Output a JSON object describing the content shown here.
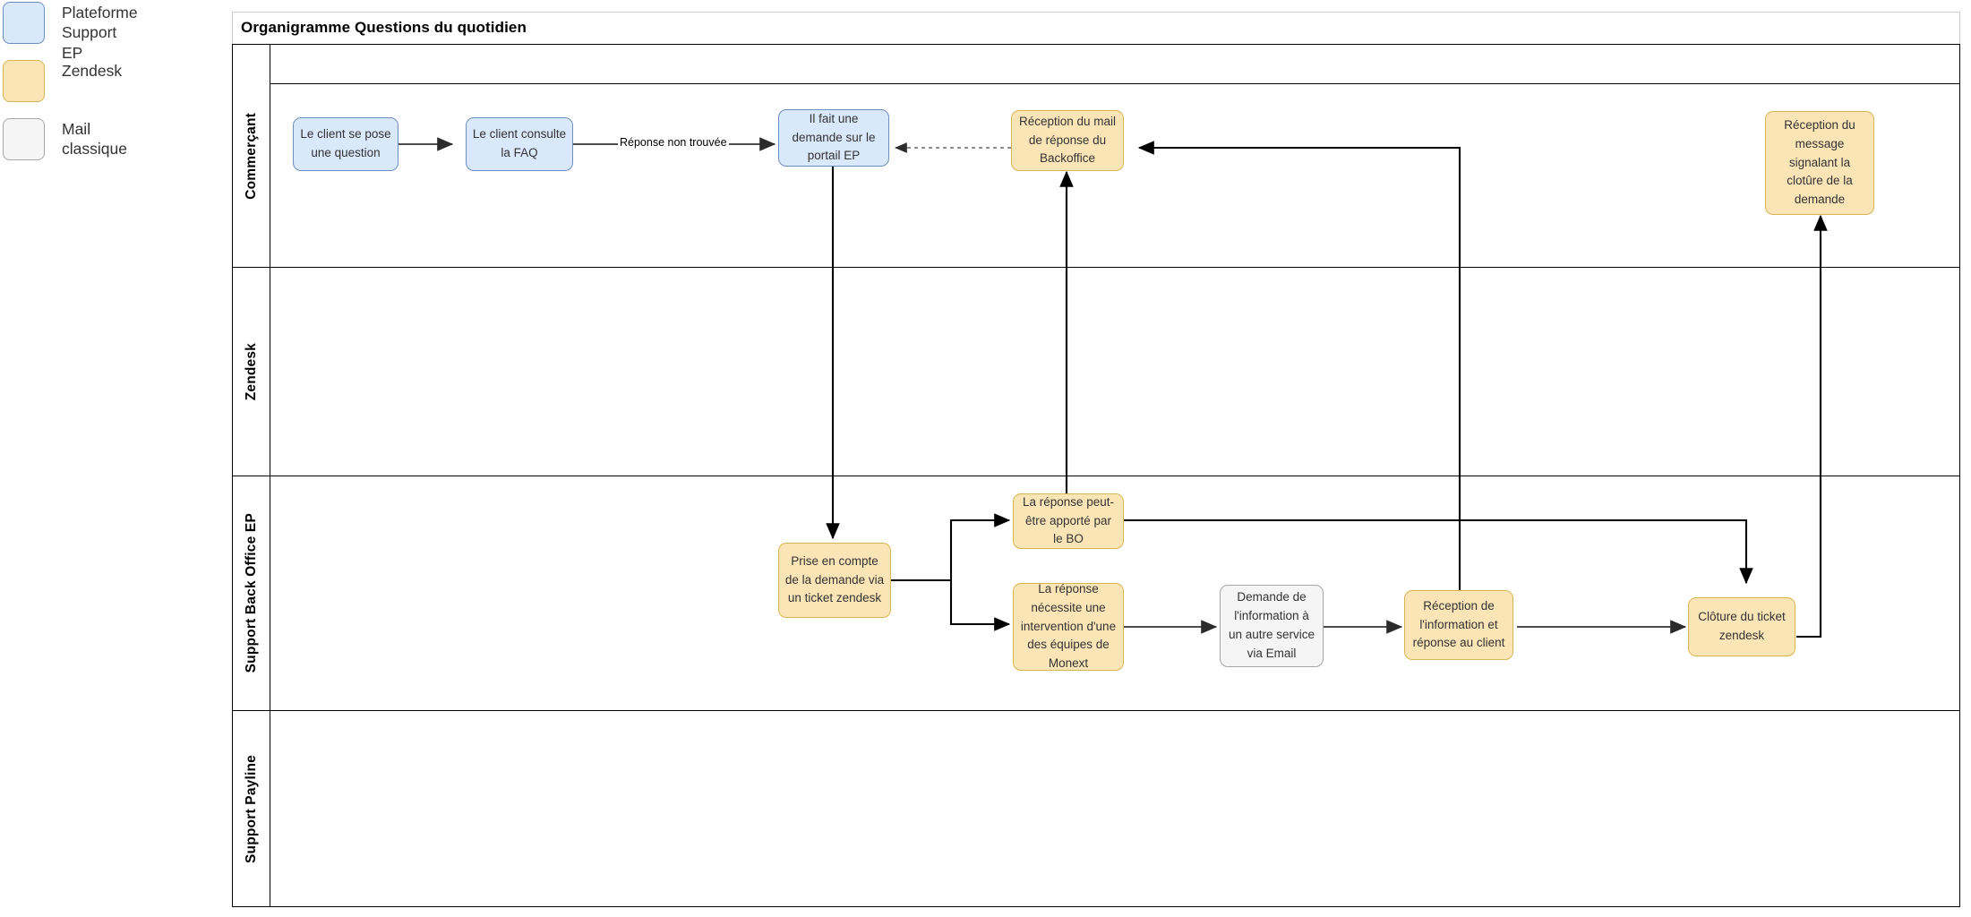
{
  "legend": {
    "items": [
      {
        "name": "plateforme-support-ep",
        "label": "Plateforme\nSupport\nEP",
        "color": "#dae8fc",
        "border": "#6c8ebf"
      },
      {
        "name": "zendesk",
        "label": "Zendesk",
        "color": "#fbe5b6",
        "border": "#d6b656"
      },
      {
        "name": "mail-classique",
        "label": "Mail\nclassique",
        "color": "#f5f5f5",
        "border": "#a6a6a6"
      }
    ]
  },
  "diagram": {
    "title": "Organigramme Questions du quotidien",
    "lanes": [
      {
        "id": "commercant",
        "label": "Commerçant"
      },
      {
        "id": "zendesk",
        "label": "Zendesk"
      },
      {
        "id": "support-back-office-ep",
        "label": "Support Back Office EP"
      },
      {
        "id": "support-payline",
        "label": "Support Payline"
      }
    ],
    "nodes": [
      {
        "id": "client-question",
        "lane": "commercant",
        "type": "plateforme",
        "label": "Le client se pose une question"
      },
      {
        "id": "client-faq",
        "lane": "commercant",
        "type": "plateforme",
        "label": "Le client consulte la FAQ"
      },
      {
        "id": "demande-portail",
        "lane": "commercant",
        "type": "plateforme",
        "label": "Il fait une demande sur le portail EP"
      },
      {
        "id": "reception-mail",
        "lane": "commercant",
        "type": "zendesk",
        "label": "Réception du mail de réponse du Backoffice"
      },
      {
        "id": "reception-cloture",
        "lane": "commercant",
        "type": "zendesk",
        "label": "Réception du message signalant la clotûre de la demande"
      },
      {
        "id": "prise-en-compte",
        "lane": "support-back-office-ep",
        "type": "zendesk",
        "label": "Prise en compte de la demande via un ticket zendesk"
      },
      {
        "id": "reponse-bo",
        "lane": "support-back-office-ep",
        "type": "zendesk",
        "label": "La réponse peut-être apporté par le BO"
      },
      {
        "id": "reponse-monext",
        "lane": "support-back-office-ep",
        "type": "zendesk",
        "label": "La réponse nécessite une intervention d'une des équipes de Monext"
      },
      {
        "id": "demande-email",
        "lane": "support-back-office-ep",
        "type": "mail",
        "label": "Demande de l'information à un autre service via Email"
      },
      {
        "id": "reception-info",
        "lane": "support-back-office-ep",
        "type": "zendesk",
        "label": "Réception de l'information et réponse au client"
      },
      {
        "id": "cloture-ticket",
        "lane": "support-back-office-ep",
        "type": "zendesk",
        "label": "Clôture du ticket zendesk"
      }
    ],
    "edge_labels": [
      {
        "id": "reponse-non-trouvee",
        "label": "Réponse non trouvée"
      }
    ]
  }
}
